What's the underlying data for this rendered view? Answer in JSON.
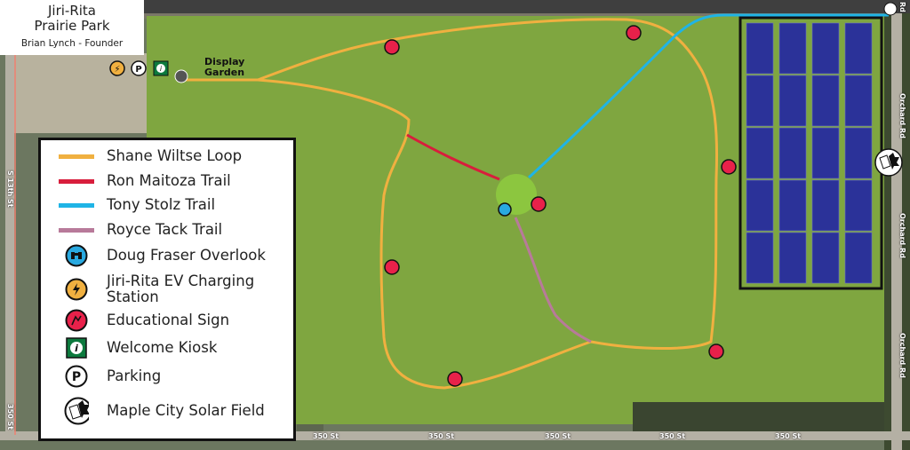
{
  "header": {
    "title_line1": "Jiri-Rita",
    "title_line2": "Prairie Park",
    "subtitle": "Brian Lynch - Founder"
  },
  "map_labels": {
    "display_garden_line1": "Display",
    "display_garden_line2": "Garden"
  },
  "roads": {
    "bottom": "350 St",
    "right": "Orchard Rd",
    "right_top": "Rd",
    "left": "S 13th St",
    "left_bottom": "350 St"
  },
  "legend": {
    "trails": [
      {
        "label": "Shane Wiltse Loop",
        "color": "#f0b040"
      },
      {
        "label": "Ron Maitoza Trail",
        "color": "#d81e3c"
      },
      {
        "label": "Tony Stolz Trail",
        "color": "#1fb4e6"
      },
      {
        "label": "Royce Tack Trail",
        "color": "#b87a9a"
      }
    ],
    "icons": [
      {
        "label": "Doug Fraser Overlook",
        "icon": "binoculars-icon",
        "color": "#29a9e0"
      },
      {
        "label": "Jiri-Rita EV Charging Station",
        "icon": "lightning-icon",
        "color": "#f0b040"
      },
      {
        "label": "Educational Sign",
        "icon": "educational-sign-icon",
        "color": "#e8214a"
      },
      {
        "label": "Welcome Kiosk",
        "icon": "info-icon",
        "color": "#0d7a3e"
      },
      {
        "label": "Parking",
        "icon": "parking-icon",
        "color": "#ffffff"
      },
      {
        "label": "Maple City Solar Field",
        "icon": "solar-field-icon",
        "color": "#ffffff"
      }
    ]
  },
  "colors": {
    "field": "#7fa640",
    "solar_panel": "#2b3299",
    "center": "#8cc63f"
  }
}
